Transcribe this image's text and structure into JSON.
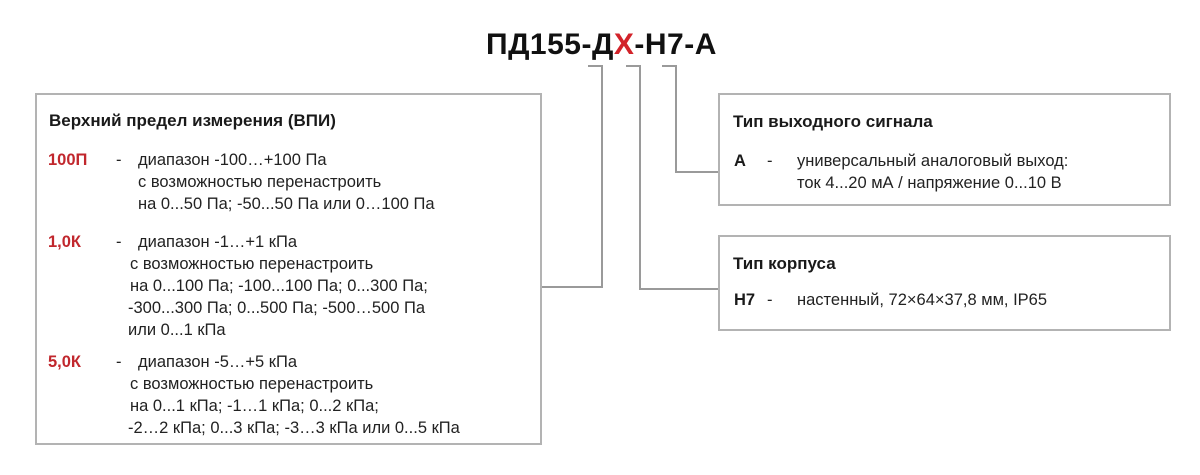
{
  "title": {
    "prefix": "ПД155-Д",
    "variable": "Х",
    "suffix": "-Н7-А"
  },
  "colors": {
    "accent": "#c1272d",
    "border": "#b3b3b3",
    "line": "#9a9a9a"
  },
  "range_box": {
    "title": "Верхний предел измерения (ВПИ)",
    "entries": [
      {
        "code": "100П",
        "dash": "-",
        "lines": [
          "диапазон -100…+100 Па",
          "с возможностью перенастроить",
          "на 0...50 Па; -50...50 Па или 0…100 Па"
        ]
      },
      {
        "code": "1,0К",
        "dash": "-",
        "lines": [
          "диапазон -1…+1 кПа",
          "с возможностью перенастроить",
          "на 0...100 Па; -100...100 Па; 0...300 Па;",
          "-300...300 Па; 0...500 Па; -500…500 Па",
          "или 0...1 кПа"
        ]
      },
      {
        "code": "5,0К",
        "dash": "-",
        "lines": [
          "диапазон -5…+5 кПа",
          "с возможностью перенастроить",
          "на 0...1 кПа; -1…1 кПа; 0...2 кПа;",
          "-2…2 кПа; 0...3 кПа; -3…3 кПа или 0...5 кПа"
        ]
      }
    ]
  },
  "output_box": {
    "title": "Тип выходного сигнала",
    "code": "А",
    "dash": "-",
    "lines": [
      "универсальный аналоговый выход:",
      "ток 4...20 мА / напряжение 0...10 В"
    ]
  },
  "case_box": {
    "title": "Тип корпуса",
    "code": "Н7",
    "dash": "-",
    "lines": [
      "настенный, 72×64×37,8 мм, IP65"
    ]
  }
}
